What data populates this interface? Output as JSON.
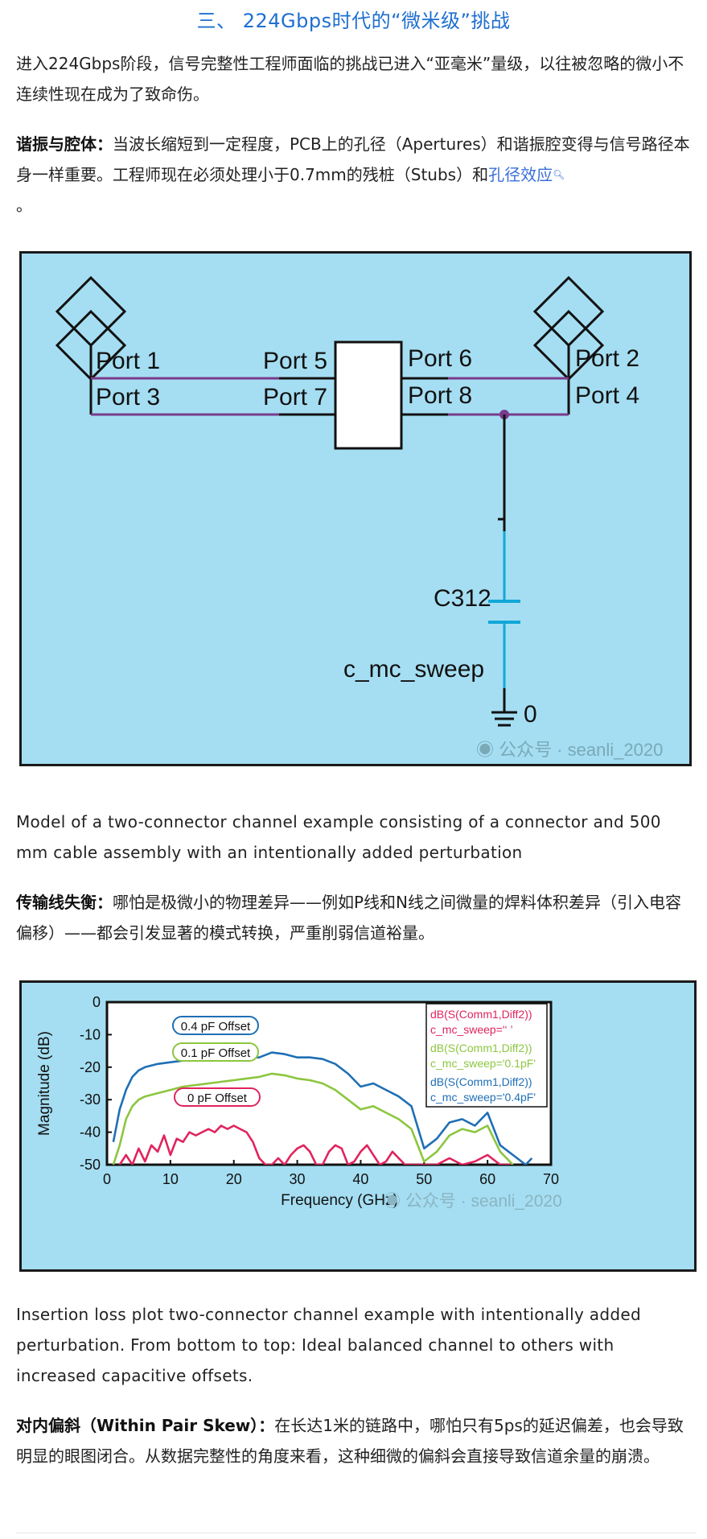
{
  "section": {
    "title": "三、 224Gbps时代的“微米级”挑战"
  },
  "intro": "进入224Gbps阶段，信号完整性工程师面临的挑战已进入“亚毫米”量级，以往被忽略的微小不连续性现在成为了致命伤。",
  "resonance": {
    "heading": "谐振与腔体：",
    "text": "当波长缩短到一定程度，PCB上的孔径（Apertures）和谐振腔变得与信号路径本身一样重要。工程师现在必须处理小于0.7mm的残桩（Stubs）和",
    "link": "孔径效应",
    "tail": "。"
  },
  "figure1": {
    "ports": {
      "p1": "Port 1",
      "p2": "Port 2",
      "p3": "Port 3",
      "p4": "Port 4",
      "p5": "Port 5",
      "p6": "Port 6",
      "p7": "Port 7",
      "p8": "Port 8"
    },
    "cap_name": "C312",
    "cap_param": "c_mc_sweep",
    "ground": "0",
    "watermark": "公众号 · seanli_2020",
    "colors": {
      "background": "#a5def2",
      "trace": "#7a3a8c",
      "cap": "#12a7d8"
    }
  },
  "caption1": "Model of a two-connector channel example consisting of a connector and 500 mm cable assembly with an intentionally added perturbation",
  "skew_line": {
    "heading": "传输线失衡：",
    "text": "哪怕是极微小的物理差异——例如P线和N线之间微量的焊料体积差异（引入电容偏移）——都会引发显著的模式转换，严重削弱信道裕量。"
  },
  "chart_data": {
    "type": "line",
    "xlabel": "Frequency (GHz)",
    "ylabel": "Magnitude (dB)",
    "xlim": [
      0,
      70
    ],
    "ylim": [
      -50,
      0
    ],
    "xticks": [
      0,
      10,
      20,
      30,
      40,
      50,
      60,
      70
    ],
    "yticks": [
      0,
      -10,
      -20,
      -30,
      -40,
      -50
    ],
    "legend_position": "top-right",
    "legend": [
      {
        "line1": "dB(S(Comm1,Diff2))",
        "line2": "c_mc_sweep='‘ ’",
        "color": "#e0245e"
      },
      {
        "line1": "dB(S(Comm1,Diff2))",
        "line2": "c_mc_sweep='0.1pF'",
        "color": "#8cc63f"
      },
      {
        "line1": "dB(S(Comm1,Diff2))",
        "line2": "c_mc_sweep='0.4pF'",
        "color": "#1f6fb5"
      }
    ],
    "annotations": [
      "0.4 pF Offset",
      "0.1 pF Offset",
      "0 pF Offset"
    ],
    "series": [
      {
        "color": "#1f6fb5",
        "x": [
          1,
          2,
          3,
          4,
          5,
          6,
          8,
          10,
          12,
          14,
          16,
          18,
          20,
          22,
          24,
          26,
          28,
          30,
          32,
          34,
          36,
          38,
          40,
          42,
          44,
          46,
          48,
          50,
          52,
          54,
          56,
          58,
          60,
          62,
          64,
          66,
          67
        ],
        "values": [
          -43,
          -33,
          -27,
          -23,
          -21,
          -20,
          -19,
          -18.5,
          -18,
          -17.5,
          -17.5,
          -17,
          -16.5,
          -17,
          -17,
          -15.5,
          -16,
          -17,
          -17,
          -17.5,
          -19,
          -22,
          -26,
          -25,
          -27,
          -29,
          -32,
          -45,
          -42,
          -37,
          -36,
          -38,
          -34,
          -44,
          -47,
          -50,
          -48
        ]
      },
      {
        "color": "#8cc63f",
        "x": [
          1,
          2,
          3,
          4,
          5,
          6,
          8,
          10,
          12,
          14,
          16,
          18,
          20,
          22,
          24,
          26,
          28,
          30,
          32,
          34,
          36,
          38,
          40,
          42,
          44,
          46,
          48,
          50,
          52,
          54,
          56,
          58,
          60,
          62,
          64
        ],
        "values": [
          -50,
          -44,
          -36,
          -32,
          -30,
          -29,
          -28,
          -27,
          -26,
          -25.5,
          -25,
          -24.5,
          -24,
          -23.5,
          -23,
          -22,
          -22.5,
          -23.5,
          -24,
          -25,
          -27,
          -30,
          -33,
          -32,
          -34,
          -36,
          -39,
          -49,
          -46,
          -41,
          -39,
          -40,
          -38,
          -46,
          -50
        ]
      },
      {
        "color": "#e0245e",
        "x": [
          2,
          3,
          4,
          5,
          6,
          7,
          8,
          9,
          10,
          11,
          12,
          13,
          14,
          15,
          16,
          17,
          18,
          19,
          20,
          21,
          22,
          23,
          24,
          25,
          26,
          27,
          28,
          29,
          30,
          31,
          32,
          33,
          34,
          35,
          36,
          37,
          38,
          39,
          40,
          41,
          42,
          43,
          44,
          45,
          46,
          47,
          48,
          50,
          52,
          54,
          56,
          58,
          60,
          62,
          64
        ],
        "values": [
          -50,
          -47,
          -50,
          -45,
          -49,
          -44,
          -46,
          -41,
          -47,
          -42,
          -43,
          -40,
          -41,
          -40,
          -39,
          -40,
          -38,
          -39,
          -38,
          -39,
          -40,
          -43,
          -48,
          -50,
          -50,
          -48,
          -50,
          -47,
          -45,
          -44,
          -46,
          -50,
          -50,
          -46,
          -44,
          -45,
          -50,
          -49,
          -46,
          -44,
          -47,
          -50,
          -49,
          -46,
          -48,
          -50,
          -50,
          -50,
          -50,
          -48,
          -50,
          -49,
          -47,
          -50,
          -50
        ]
      }
    ],
    "watermark": "公众号 · seanli_2020"
  },
  "caption2": "Insertion loss plot two-connector channel example with intentionally added perturbation. From bottom to top: Ideal balanced channel to others with increased capacitive offsets.",
  "pair_skew": {
    "heading": "对内偏斜（Within Pair Skew）：",
    "text": "在长达1米的链路中，哪怕只有5ps的延迟偏差，也会导致明显的眼图闭合。从数据完整性的角度来看，这种细微的偏斜会直接导致信道余量的崩溃。"
  }
}
